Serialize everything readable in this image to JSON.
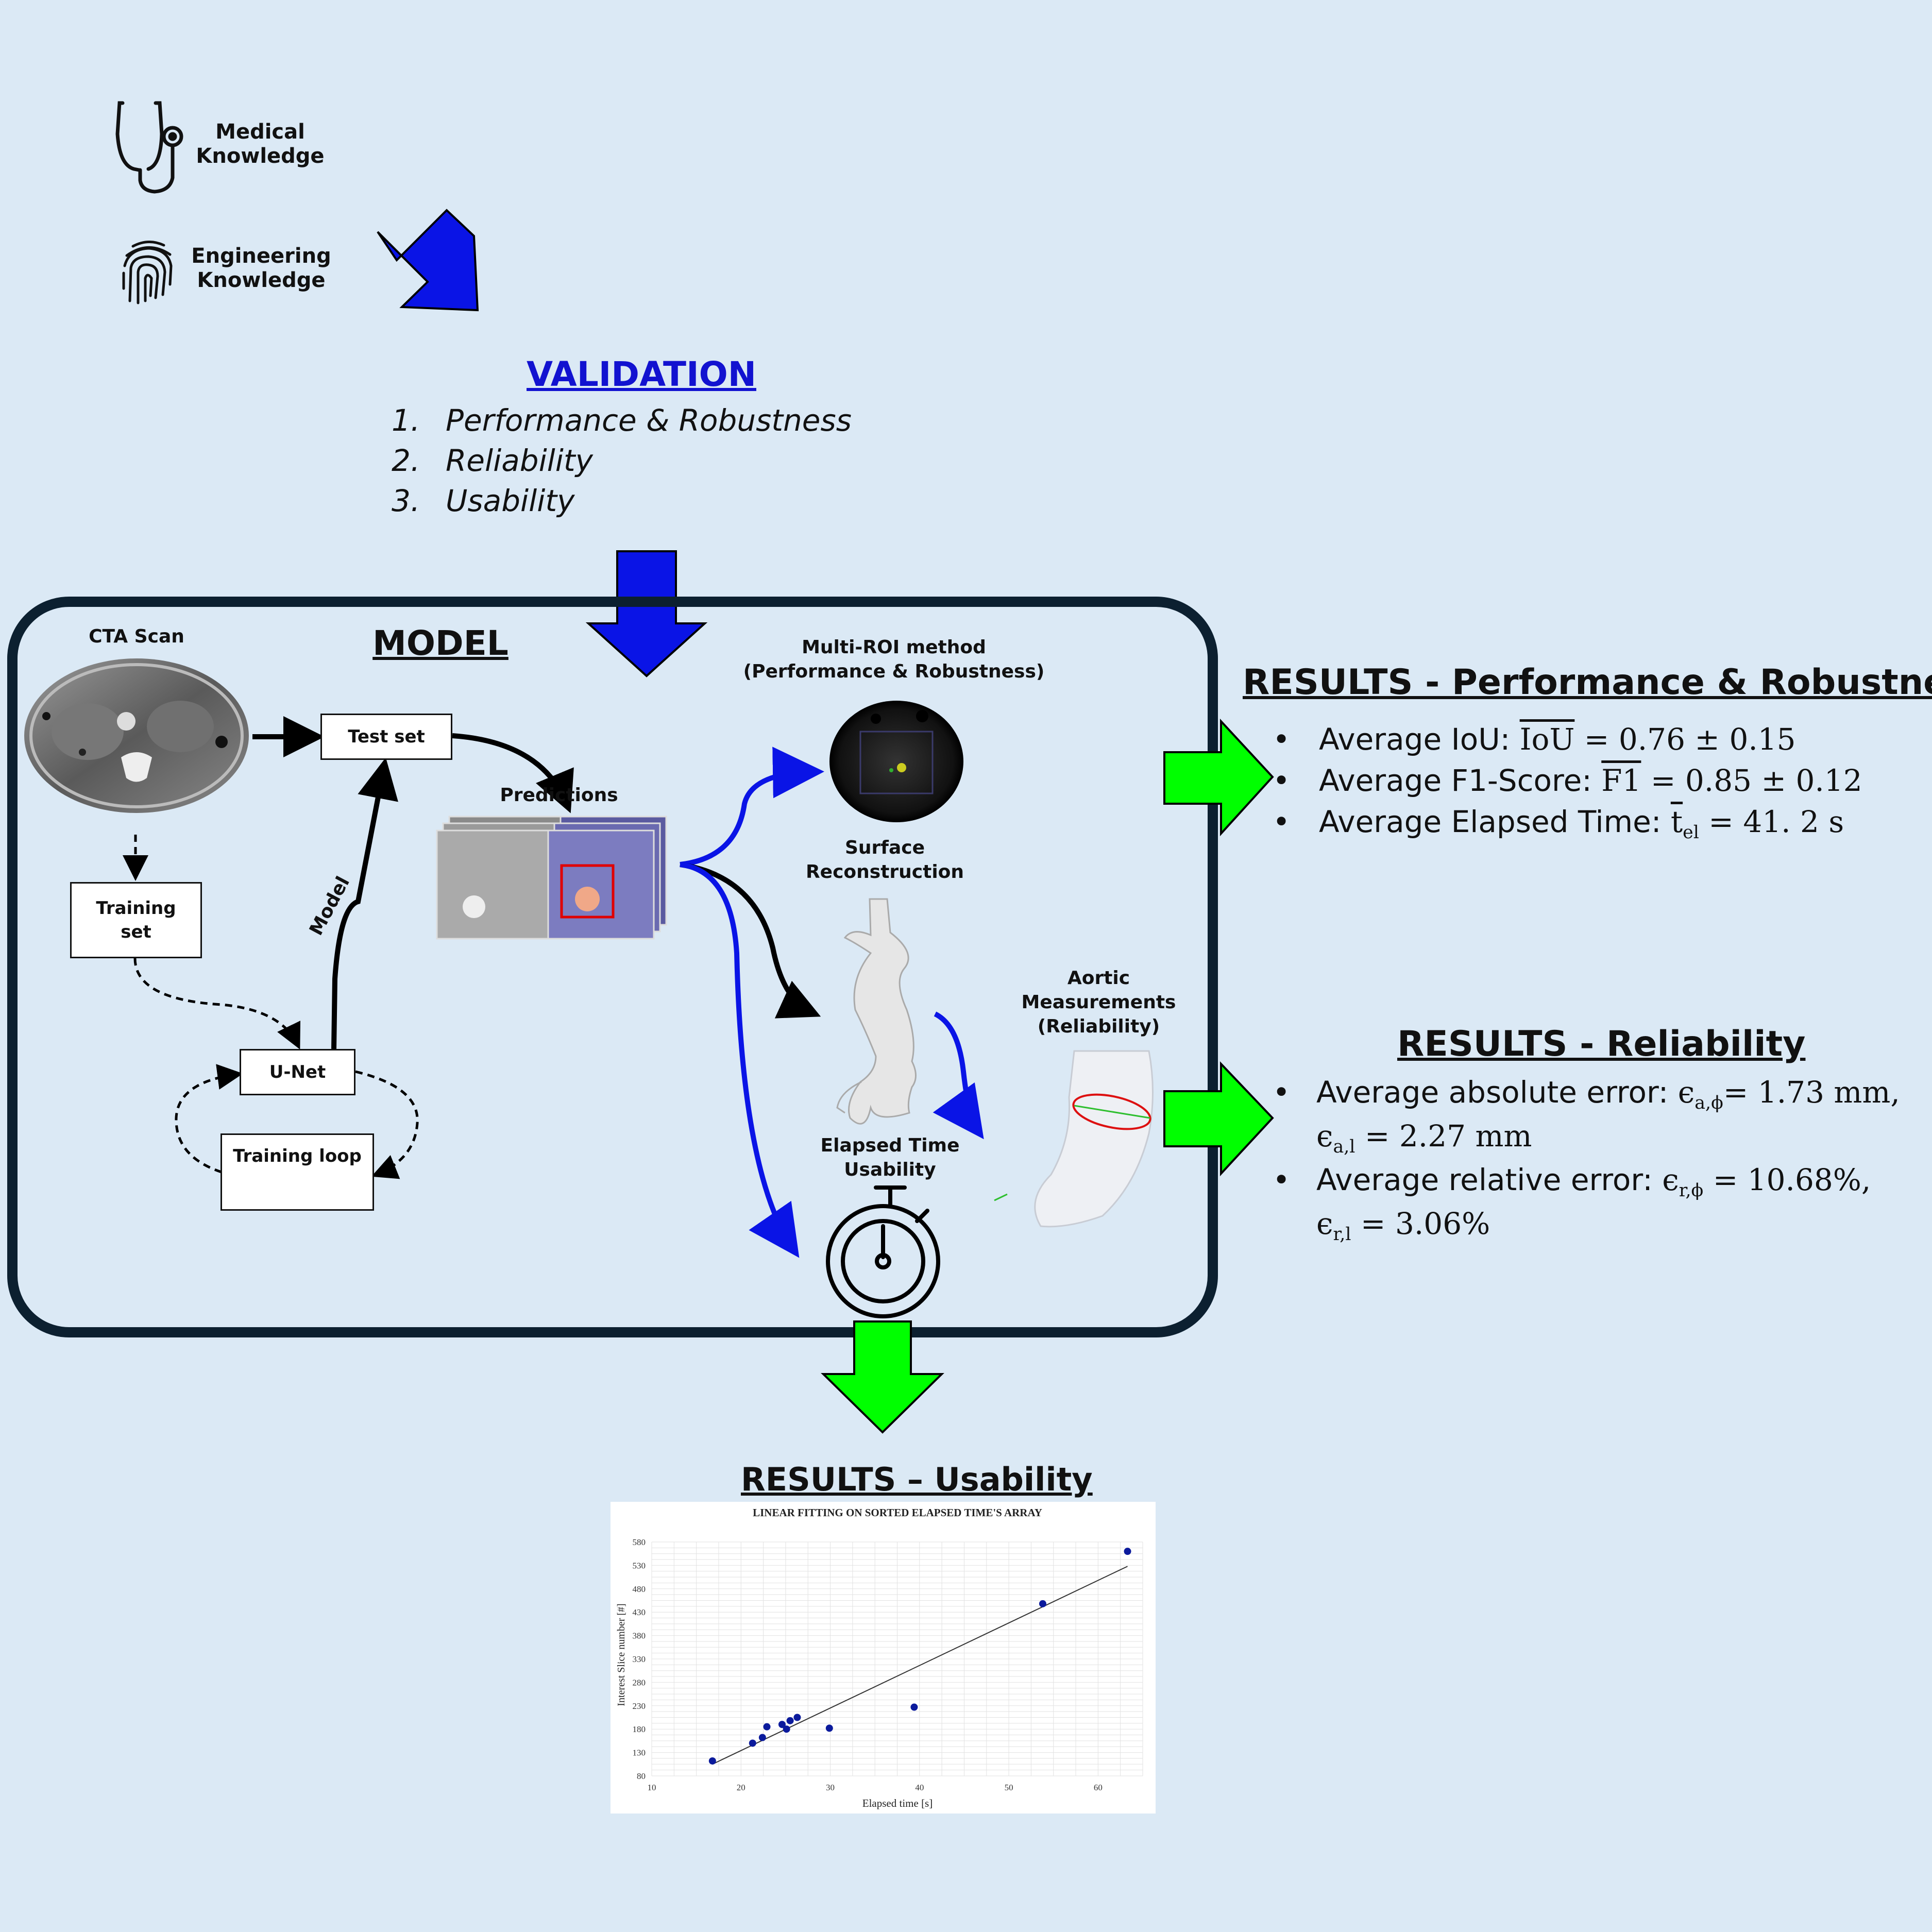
{
  "inputs": {
    "medical": "Medical\nKnowledge",
    "engineering": "Engineering\nKnowledge"
  },
  "validation": {
    "title": "VALIDATION",
    "items": [
      {
        "num": "1.",
        "label": "Performance & Robustness"
      },
      {
        "num": "2.",
        "label": "Reliability"
      },
      {
        "num": "3.",
        "label": "Usability"
      }
    ]
  },
  "model": {
    "title": "MODEL",
    "cta_scan": "CTA Scan",
    "test_set": "Test set",
    "training_set": "Training\nset",
    "unet": "U-Net",
    "training_loop": "Training loop",
    "model_arrow": "Model",
    "predictions": "Predictions",
    "multi_roi": "Multi-ROI method\n(Performance & Robustness)",
    "surface": "Surface\nReconstruction",
    "aortic": "Aortic\nMeasurements\n(Reliability)",
    "elapsed": "Elapsed Time\nUsability"
  },
  "results_performance": {
    "title": "RESULTS - Performance & Robustness",
    "lines": [
      {
        "label": "Average IoU: ",
        "sym": "IoU",
        "eq": " = 0.76 ± 0.15"
      },
      {
        "label": "Average F1-Score: ",
        "sym": "F1",
        "eq": " = 0.85 ± 0.12"
      },
      {
        "label": "Average Elapsed Time: ",
        "sym": "t",
        "sub": "el",
        "eq": " = 41. 2 s"
      }
    ]
  },
  "results_reliability": {
    "title": "RESULTS - Reliability",
    "abs_label": "Average absolute error:  ",
    "abs_phi": {
      "sub": "a,ϕ",
      "eq": "= 1.73 mm,"
    },
    "abs_l": {
      "sub": "a,l",
      "eq": " = 2.27 mm"
    },
    "rel_label": "Average relative error: ",
    "rel_phi": {
      "sub": "r,ϕ",
      "eq": " = 10.68%,"
    },
    "rel_l": {
      "sub": "r,l",
      "eq": " = 3.06%"
    },
    "epsilon": "ϵ"
  },
  "results_usability": {
    "title": "RESULTS – Usability"
  },
  "colors": {
    "background": "#dbe9f5",
    "blue_arrow": "#0a14e6",
    "green_arrow": "#00ff00",
    "validation_title": "#1212d0",
    "model_border": "#0c2030"
  },
  "chart_data": {
    "type": "scatter",
    "title": "LINEAR FITTING ON SORTED ELAPSED TIME'S ARRAY",
    "xlabel": "Elapsed time [s]",
    "ylabel": "Interest Slice number [#]",
    "xlim": [
      10,
      65
    ],
    "ylim": [
      80,
      580
    ],
    "xticks": [
      10,
      20,
      30,
      40,
      50,
      60
    ],
    "yticks": [
      80,
      130,
      180,
      230,
      280,
      330,
      380,
      430,
      480,
      530,
      580
    ],
    "grid": true,
    "points": [
      {
        "x": 16.8,
        "y": 112
      },
      {
        "x": 21.3,
        "y": 150
      },
      {
        "x": 22.4,
        "y": 162
      },
      {
        "x": 22.9,
        "y": 185
      },
      {
        "x": 24.6,
        "y": 190
      },
      {
        "x": 25.1,
        "y": 180
      },
      {
        "x": 25.5,
        "y": 198
      },
      {
        "x": 26.3,
        "y": 205
      },
      {
        "x": 29.9,
        "y": 182
      },
      {
        "x": 39.4,
        "y": 227
      },
      {
        "x": 53.8,
        "y": 448
      },
      {
        "x": 63.3,
        "y": 560
      }
    ],
    "fit_line": [
      {
        "x": 16.8,
        "y": 105
      },
      {
        "x": 63.3,
        "y": 528
      }
    ]
  }
}
